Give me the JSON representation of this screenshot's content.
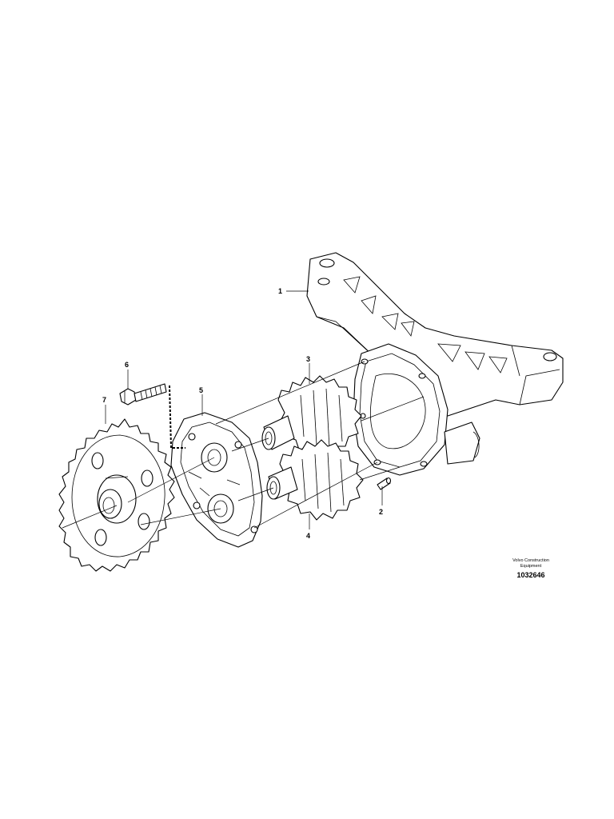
{
  "diagram": {
    "callouts": {
      "c1": "1",
      "c2": "2",
      "c3": "3",
      "c4": "4",
      "c5": "5",
      "c6": "6",
      "c7": "7"
    }
  },
  "publisher": {
    "line1": "Volvo Construction",
    "line2": "Equipment",
    "doc_number": "1032646"
  }
}
